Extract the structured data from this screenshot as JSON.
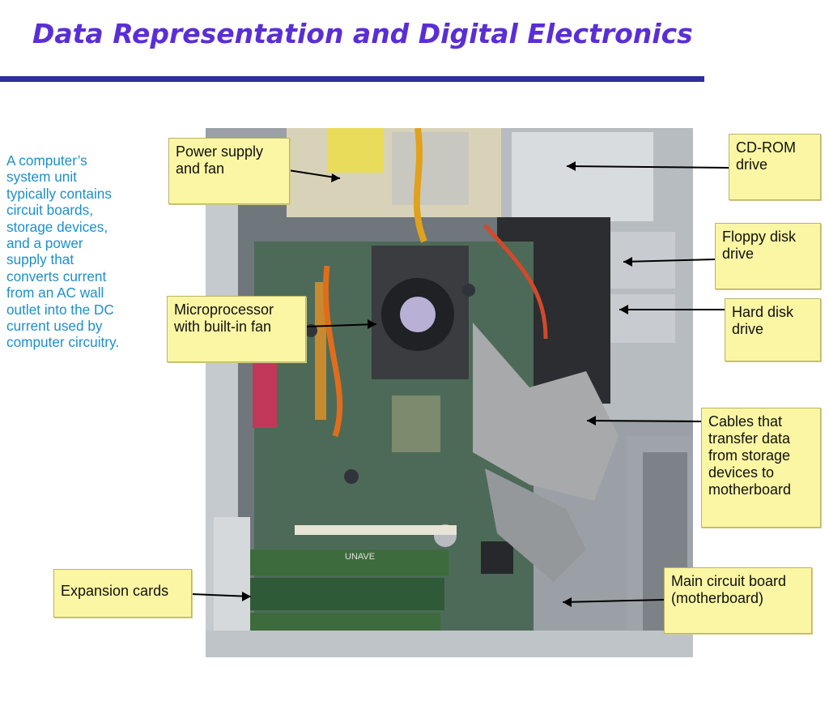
{
  "title": "Data Representation and Digital Electronics",
  "description_lines": [
    "A computer’s",
    "system unit",
    "typically contains",
    "circuit boards,",
    "storage devices,",
    "and a power",
    "supply that",
    "converts current",
    "from an AC wall",
    "outlet into the DC",
    "current used by",
    "computer circuitry."
  ],
  "callouts": {
    "power_supply": [
      "Power supply",
      "and fan"
    ],
    "cd_rom": [
      "CD-ROM",
      "drive"
    ],
    "floppy": [
      "Floppy disk",
      "drive"
    ],
    "microprocessor": [
      "Microprocessor",
      "with built-in fan"
    ],
    "hard_disk": [
      "Hard disk",
      "drive"
    ],
    "cables": [
      "Cables that",
      "transfer data",
      "from storage",
      "devices to",
      "motherboard"
    ],
    "expansion": [
      "Expansion cards"
    ],
    "motherboard": [
      "Main circuit board",
      "(motherboard)"
    ]
  },
  "photo_overlay_text": {
    "card_brand": "UNAVE"
  },
  "colors": {
    "title": "#5a2ed6",
    "title_rule": "#2e2e9c",
    "description": "#1d8fc9",
    "callout_fill": "#fbf6a3"
  }
}
